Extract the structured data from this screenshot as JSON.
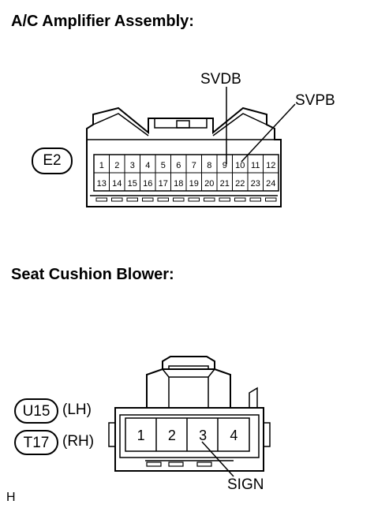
{
  "sections": [
    {
      "title": "A/C Amplifier Assembly:"
    },
    {
      "title": "Seat Cushion Blower:"
    }
  ],
  "amplifier": {
    "connector_code": "E2",
    "pins_top": [
      "1",
      "2",
      "3",
      "4",
      "5",
      "6",
      "7",
      "8",
      "9",
      "10",
      "11",
      "12"
    ],
    "pins_bottom": [
      "13",
      "14",
      "15",
      "16",
      "17",
      "18",
      "19",
      "20",
      "21",
      "22",
      "23",
      "24"
    ],
    "callouts": [
      "SVDB",
      "SVPB"
    ]
  },
  "blower": {
    "connectors": [
      {
        "code": "U15",
        "side": "(LH)"
      },
      {
        "code": "T17",
        "side": "(RH)"
      }
    ],
    "pins": [
      "1",
      "2",
      "3",
      "4"
    ],
    "callout": "SIGN"
  },
  "footer": {
    "code": "H"
  }
}
